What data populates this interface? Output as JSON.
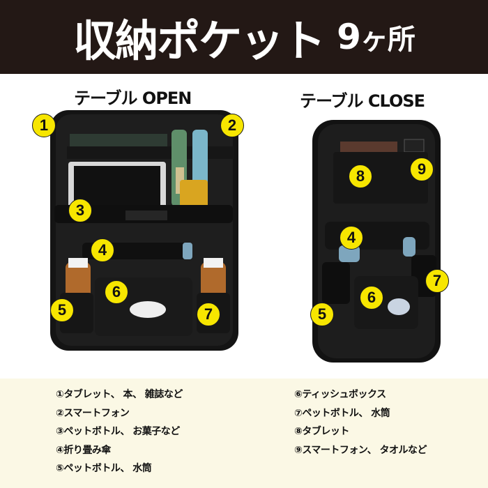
{
  "header": {
    "title": "収納ポケット",
    "count": "9",
    "count_unit": "ヶ所"
  },
  "panels": {
    "open_label": "テーブル OPEN",
    "close_label": "テーブル CLOSE"
  },
  "markers": {
    "m1": "1",
    "m2": "2",
    "m3": "3",
    "m4": "4",
    "m5": "5",
    "m6": "6",
    "m7": "7",
    "c4": "4",
    "c5": "5",
    "c6": "6",
    "c7": "7",
    "c8": "8",
    "c9": "9"
  },
  "legend": {
    "left": [
      "①タブレット、 本、 雑誌など",
      "②スマートフォン",
      "③ペットボトル、 お菓子など",
      "④折り畳み傘",
      "⑤ペットボトル、 水筒"
    ],
    "right": [
      "⑥ティッシュボックス",
      "⑦ペットボトル、 水筒",
      "⑧タブレット",
      "⑨スマートフォン、 タオルなど"
    ]
  },
  "colors": {
    "header_bg": "#231815",
    "marker_yellow": "#f7e600",
    "legend_bg": "#fbf8e5"
  }
}
